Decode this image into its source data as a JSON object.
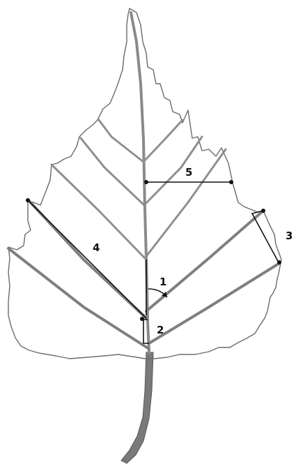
{
  "labels": {
    "angle": "1",
    "base_length": "2",
    "tooth_length": "3",
    "vein_length": "4",
    "vein_distance": "5"
  }
}
